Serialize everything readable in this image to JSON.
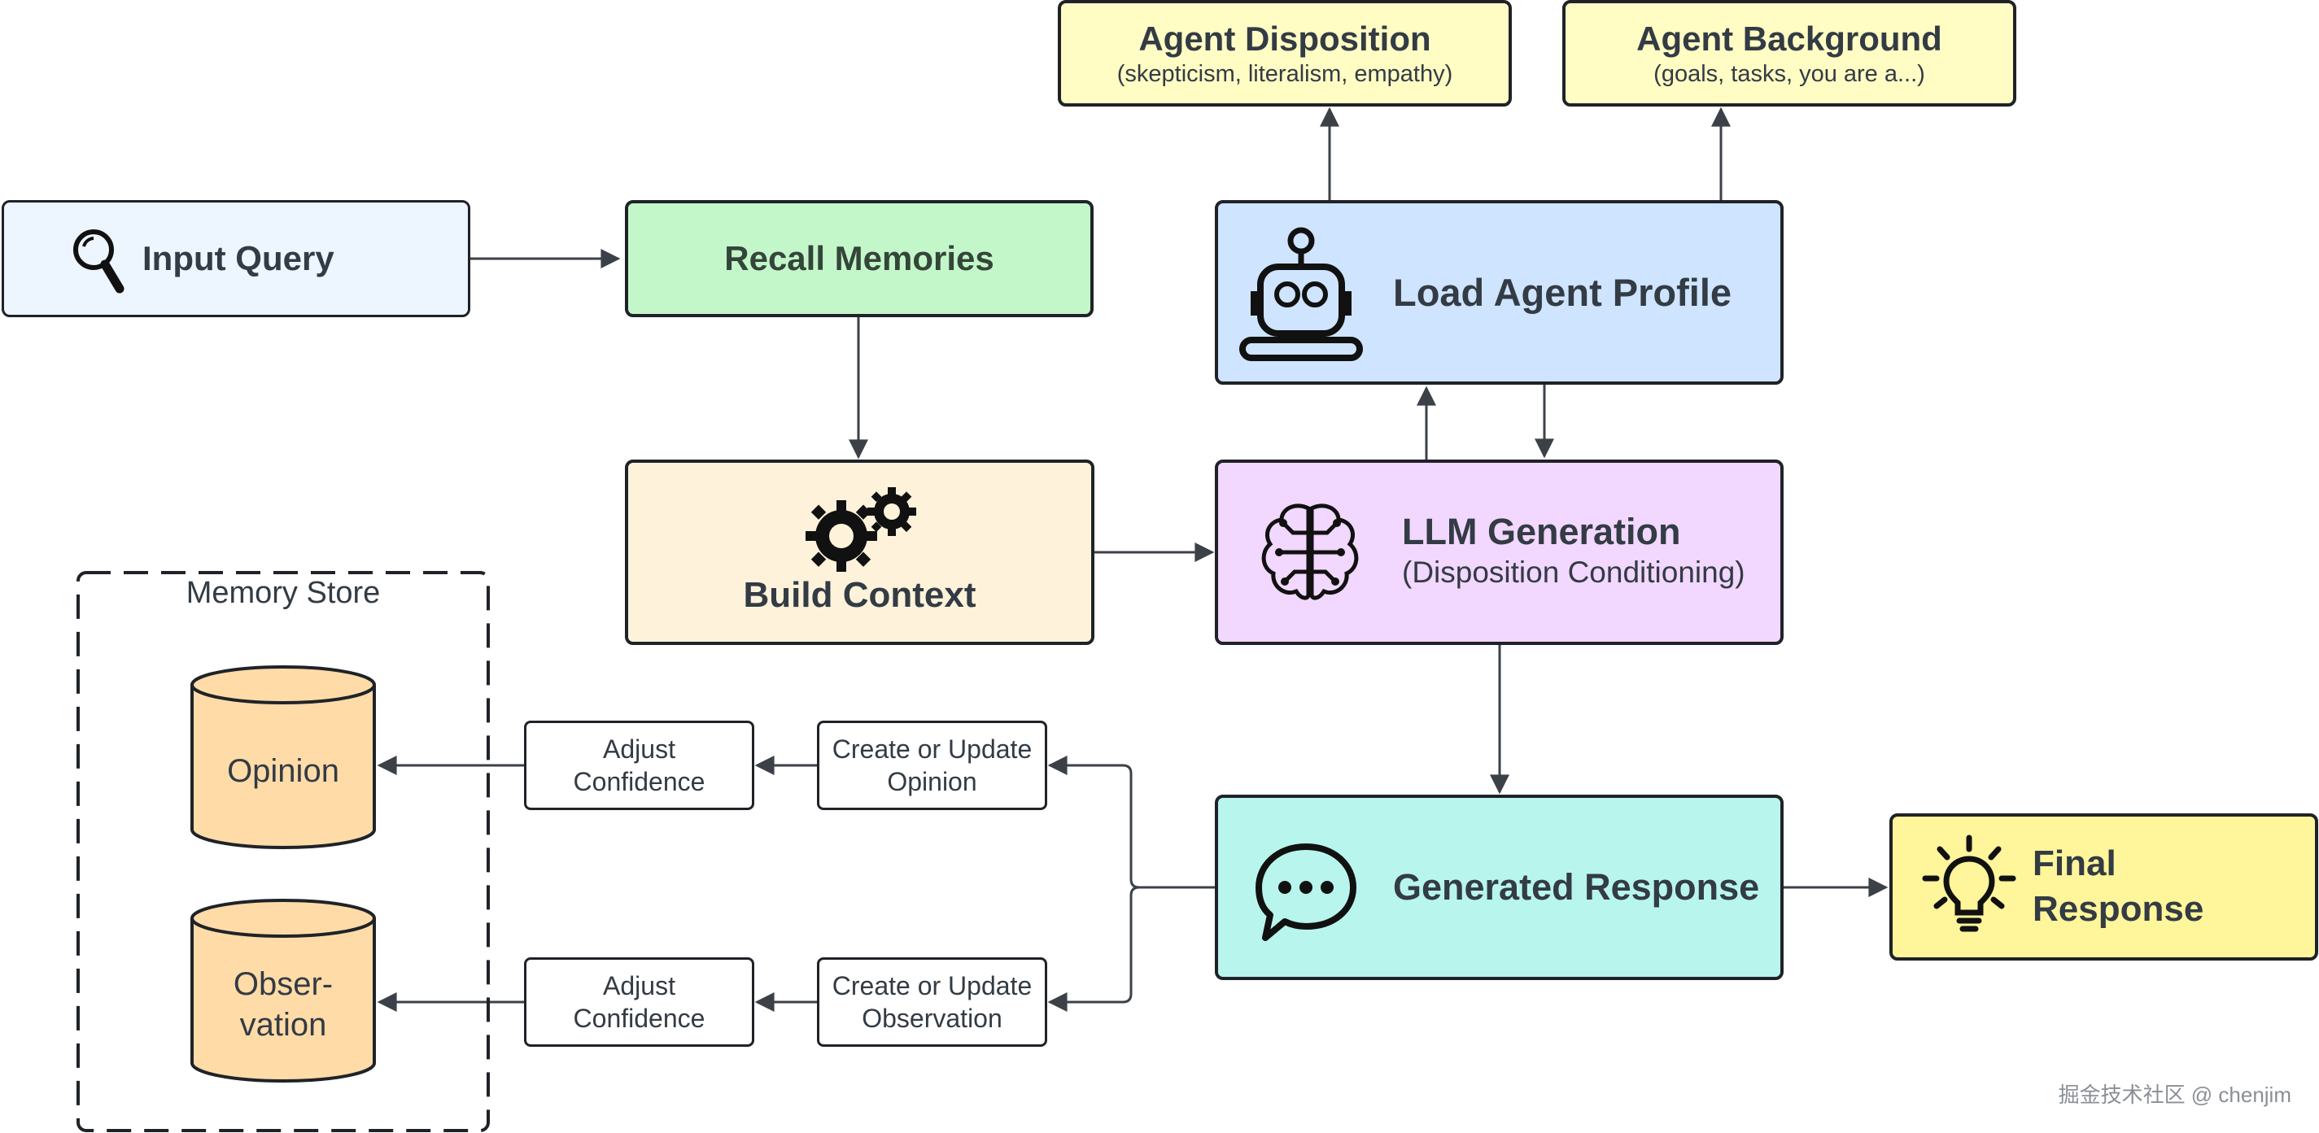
{
  "colors": {
    "input_query": "#edf5ff",
    "recall": "#c3f7c9",
    "profile": "#cfe4ff",
    "yellow_top": "#fffcc4",
    "build": "#fef3da",
    "llm": "#f2d7fe",
    "response": "#b8f5ed",
    "final": "#fff59a",
    "cylinder": "#ffdba8",
    "stroke": "#1f2328",
    "arrow": "#3c4148"
  },
  "nodes": {
    "input_query": {
      "label": "Input Query",
      "icon": "magnifier-icon"
    },
    "recall_memories": {
      "label": "Recall Memories"
    },
    "agent_disposition": {
      "title": "Agent Disposition",
      "subtitle": "(skepticism, literalism, empathy)"
    },
    "agent_background": {
      "title": "Agent Background",
      "subtitle": "(goals, tasks, you are a...)"
    },
    "load_profile": {
      "label": "Load Agent Profile",
      "icon": "robot-icon"
    },
    "build_context": {
      "label": "Build Context",
      "icon": "gears-icon"
    },
    "llm_generation": {
      "title": "LLM Generation",
      "subtitle": "(Disposition Conditioning)",
      "icon": "brain-icon"
    },
    "generated_response": {
      "label": "Generated Response",
      "icon": "chat-bubble-icon"
    },
    "final_response": {
      "line1": "Final",
      "line2": "Response",
      "icon": "lightbulb-icon"
    }
  },
  "memory_store": {
    "title": "Memory Store",
    "opinion": "Opinion",
    "observation_line1": "Obser-",
    "observation_line2": "vation"
  },
  "process": {
    "adjust_top": {
      "line1": "Adjust",
      "line2": "Confidence"
    },
    "update_opinion": {
      "line1": "Create or Update",
      "line2": "Opinion"
    },
    "adjust_bottom": {
      "line1": "Adjust",
      "line2": "Confidence"
    },
    "update_observation": {
      "line1": "Create or Update",
      "line2": "Observation"
    }
  },
  "watermark": "掘金技术社区 @ chenjim"
}
